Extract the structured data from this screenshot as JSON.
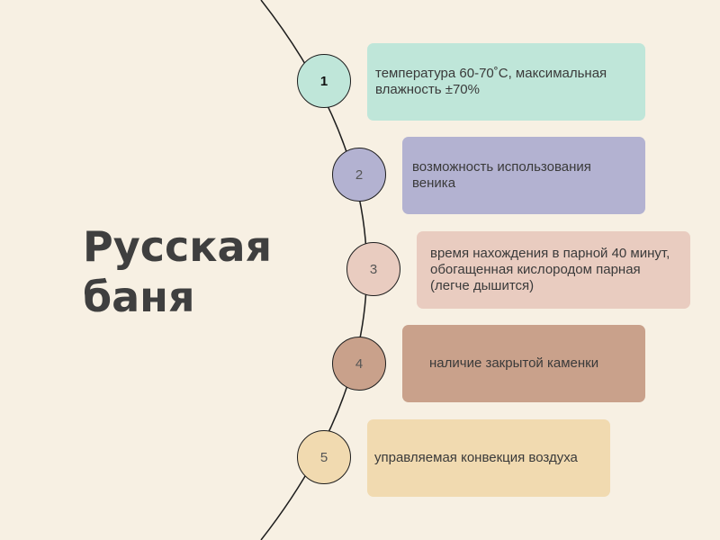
{
  "title": {
    "line1": "Русская",
    "line2": "баня"
  },
  "colors": {
    "background": "#f7f0e3",
    "arc": "#1e1e1e",
    "item1": "#bfe6d9",
    "item2": "#b3b2d1",
    "item3": "#e9ccc0",
    "item4": "#c9a18b",
    "item5": "#f1dab0"
  },
  "items": [
    {
      "number": "1",
      "text": "температура 60-70˚C, максимальная влажность ±70%"
    },
    {
      "number": "2",
      "text": "возможность использования веника"
    },
    {
      "number": "3",
      "text": "время нахождения в парной 40 минут, обогащенная кислородом парная (легче дышится)"
    },
    {
      "number": "4",
      "text": "наличие закрытой каменки"
    },
    {
      "number": "5",
      "text": "управляемая конвекция воздуха"
    }
  ]
}
